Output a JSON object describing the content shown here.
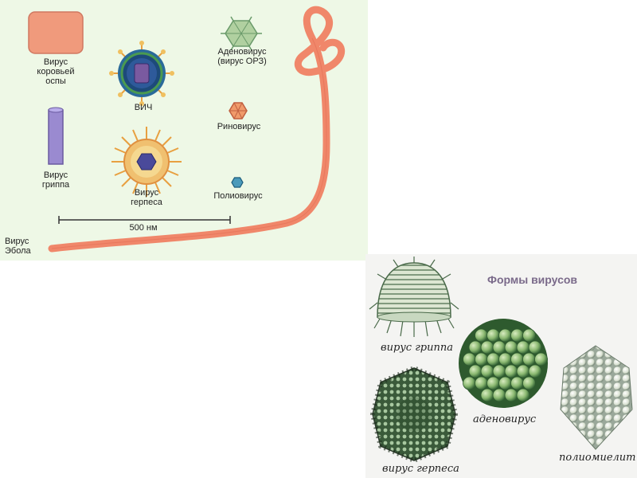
{
  "panel_top": {
    "labels": {
      "cowpox": "Вирус\nкоровьей\nоспы",
      "hiv": "ВИЧ",
      "adenovirus": "Аденовирус\n(вирус ОРЗ)",
      "rhinovirus": "Риновирус",
      "influenza": "Вирус\nгриппа",
      "herpes": "Вирус\nгерпеса",
      "poliovirus": "Полиовирус",
      "ebola": "Вирус\nЭбола"
    },
    "scale_label": "500 нм"
  },
  "panel_bottom": {
    "title": "Формы вирусов",
    "labels": {
      "influenza": "вирус  гриппа",
      "adenovirus": "аденовирус",
      "herpes": "вирус  герпеса",
      "polio": "полиомиелит"
    }
  },
  "colors": {
    "panel_top_bg": "#eef8e6",
    "ebola": "#f0876a",
    "cowpox": "#f09a7c",
    "influenza": "#9a8ad0",
    "hiv_ring": "#2a6a9a",
    "spike": "#e8a040",
    "title_bottom": "#7a6a8a"
  }
}
